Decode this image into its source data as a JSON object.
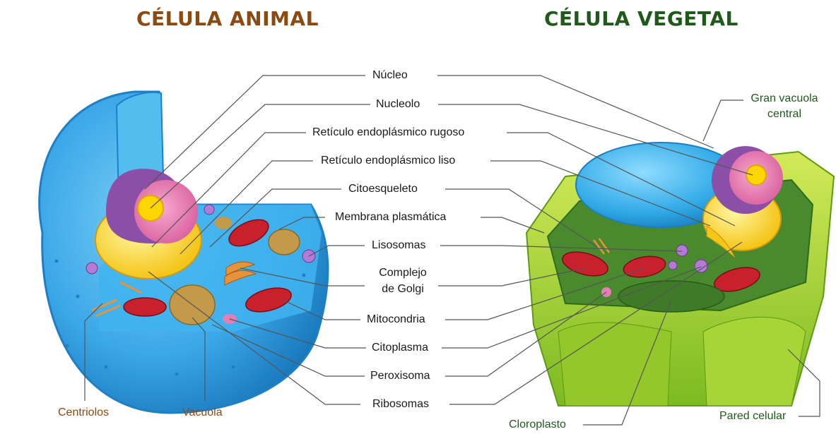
{
  "titles": {
    "animal": "CÉLULA ANIMAL",
    "vegetal": "CÉLULA VEGETAL"
  },
  "center_labels": {
    "nucleo": "Núcleo",
    "nucleolo": "Nucleolo",
    "rer": "Retículo endoplásmico rugoso",
    "rel": "Retículo endoplásmico liso",
    "citoesqueleto": "Citoesqueleto",
    "membrana": "Membrana plasmática",
    "lisosomas": "Lisosomas",
    "golgi_line1": "Complejo",
    "golgi_line2": "de Golgi",
    "mitocondria": "Mitocondria",
    "citoplasma": "Citoplasma",
    "peroxisoma": "Peroxisoma",
    "ribosomas": "Ribosomas"
  },
  "animal_labels": {
    "centriolos": "Centriolos",
    "vacuola": "Vacuola"
  },
  "plant_labels": {
    "gran_vacuola_line1": "Gran vacuola",
    "gran_vacuola_line2": "central",
    "cloroplasto": "Cloroplasto",
    "pared_celular": "Pared celular"
  },
  "colors": {
    "animal_title": "#8a4a12",
    "plant_title": "#1f5a1b",
    "animal_cytoplasm": "#3aa7e8",
    "animal_membrane": "#1e7fc7",
    "nucleus_envelope": "#8b4fa8",
    "nucleoplasm": "#e37fb4",
    "nucleolus": "#ffd600",
    "er_yellow": "#f5c518",
    "mitochondria": "#c8202c",
    "plant_wall": "#9ccc2a",
    "plant_cytoplasm": "#4a8a2e",
    "vacuole_blue": "#2fa8e6",
    "golgi": "#e8923a",
    "leader_line": "#555555"
  }
}
